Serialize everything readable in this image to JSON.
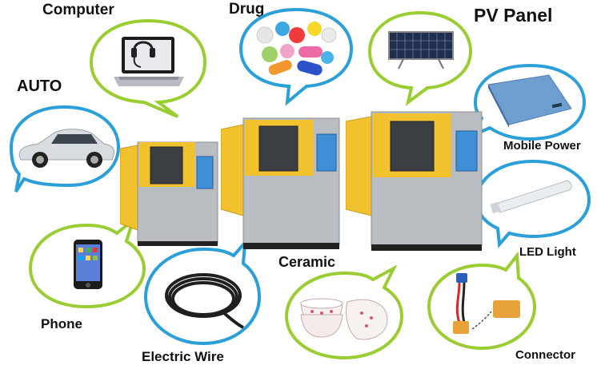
{
  "labels": {
    "computer": "Computer",
    "drug": "Drug",
    "pv_panel": "PV Panel",
    "auto": "AUTO",
    "mobile_power": "Mobile Power",
    "led_light": "LED Light",
    "ceramic": "Ceramic",
    "phone": "Phone",
    "electric_wire": "Electric Wire",
    "connector": "Connector"
  },
  "colors": {
    "bubble_green": "#9acd32",
    "bubble_blue": "#2a9fd8",
    "chamber_steel": "#b9bcc0",
    "chamber_door": "#f2c12e",
    "panel_blue": "#3f8fd6"
  }
}
